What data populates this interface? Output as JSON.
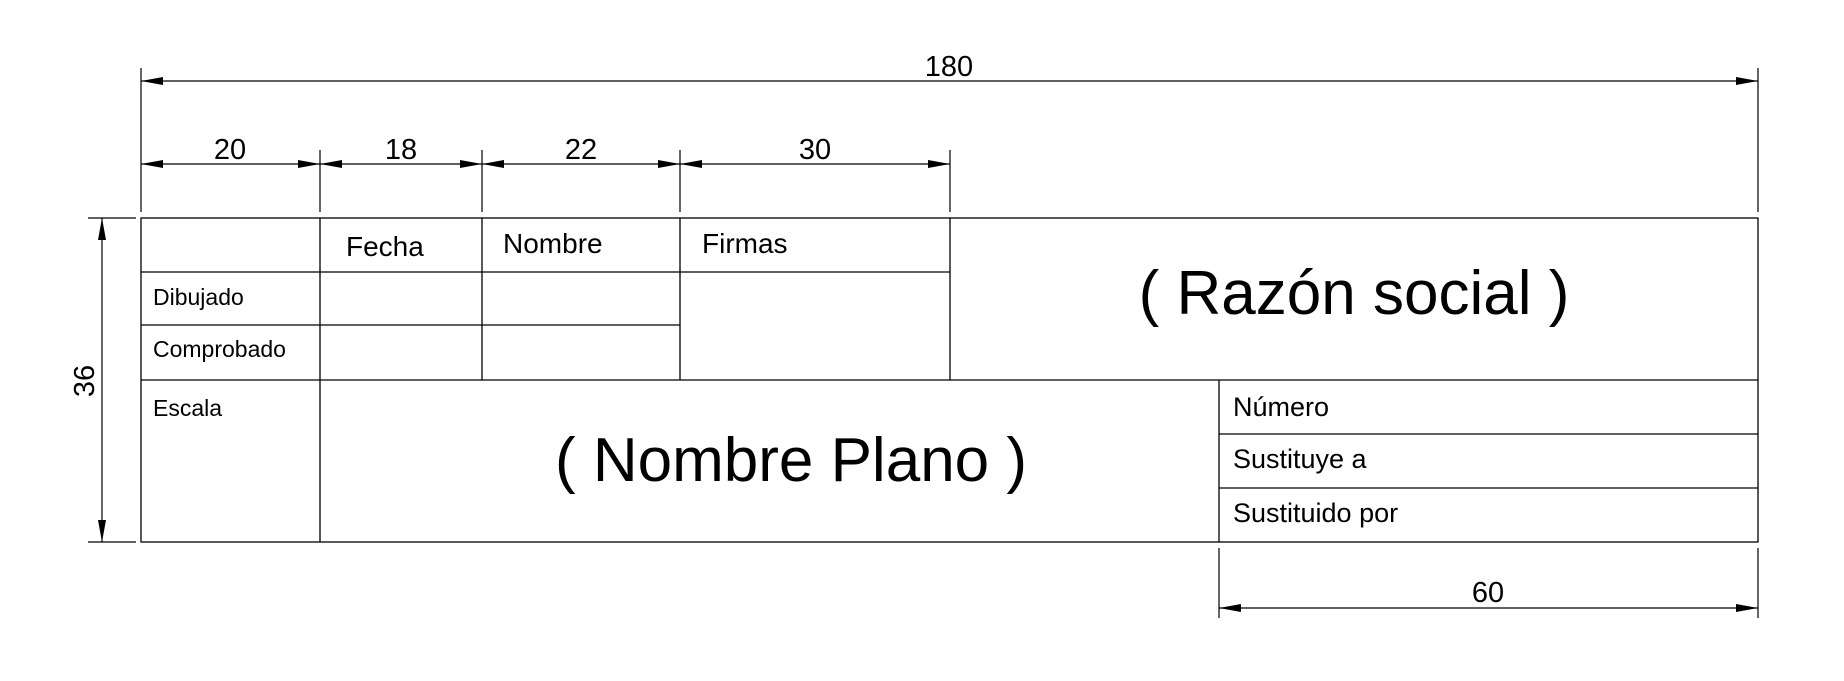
{
  "dimensions": {
    "total_width": "180",
    "col_1": "20",
    "col_2": "18",
    "col_3": "22",
    "col_4": "30",
    "height": "36",
    "right_block": "60"
  },
  "table": {
    "headers": {
      "fecha": "Fecha",
      "nombre": "Nombre",
      "firmas": "Firmas"
    },
    "rows": {
      "dibujado": "Dibujado",
      "comprobado": "Comprobado",
      "escala": "Escala"
    },
    "razon_social": "( Razón social )",
    "nombre_plano": "( Nombre Plano )",
    "numero": "Número",
    "sustituye_a": "Sustituye a",
    "sustituido_por": "Sustituido por"
  }
}
